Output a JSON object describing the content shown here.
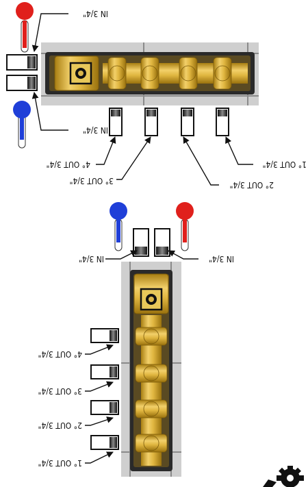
{
  "labels": {
    "in": "IN 3/4\"",
    "out1": "1° OUT 3/4\"",
    "out2": "2° OUT 3/4\"",
    "out3": "3° OUT 3/4\"",
    "out4": "4° OUT 3/4\""
  },
  "colors": {
    "hot": "#e0201c",
    "cold": "#1f3fd8",
    "brass": "#d8b23c",
    "panel": "#bdbdbd",
    "body_frame": "#333333"
  },
  "icons": [
    "thermometer-hot-icon",
    "thermometer-cold-icon",
    "fitting-icon",
    "gear-icon"
  ]
}
